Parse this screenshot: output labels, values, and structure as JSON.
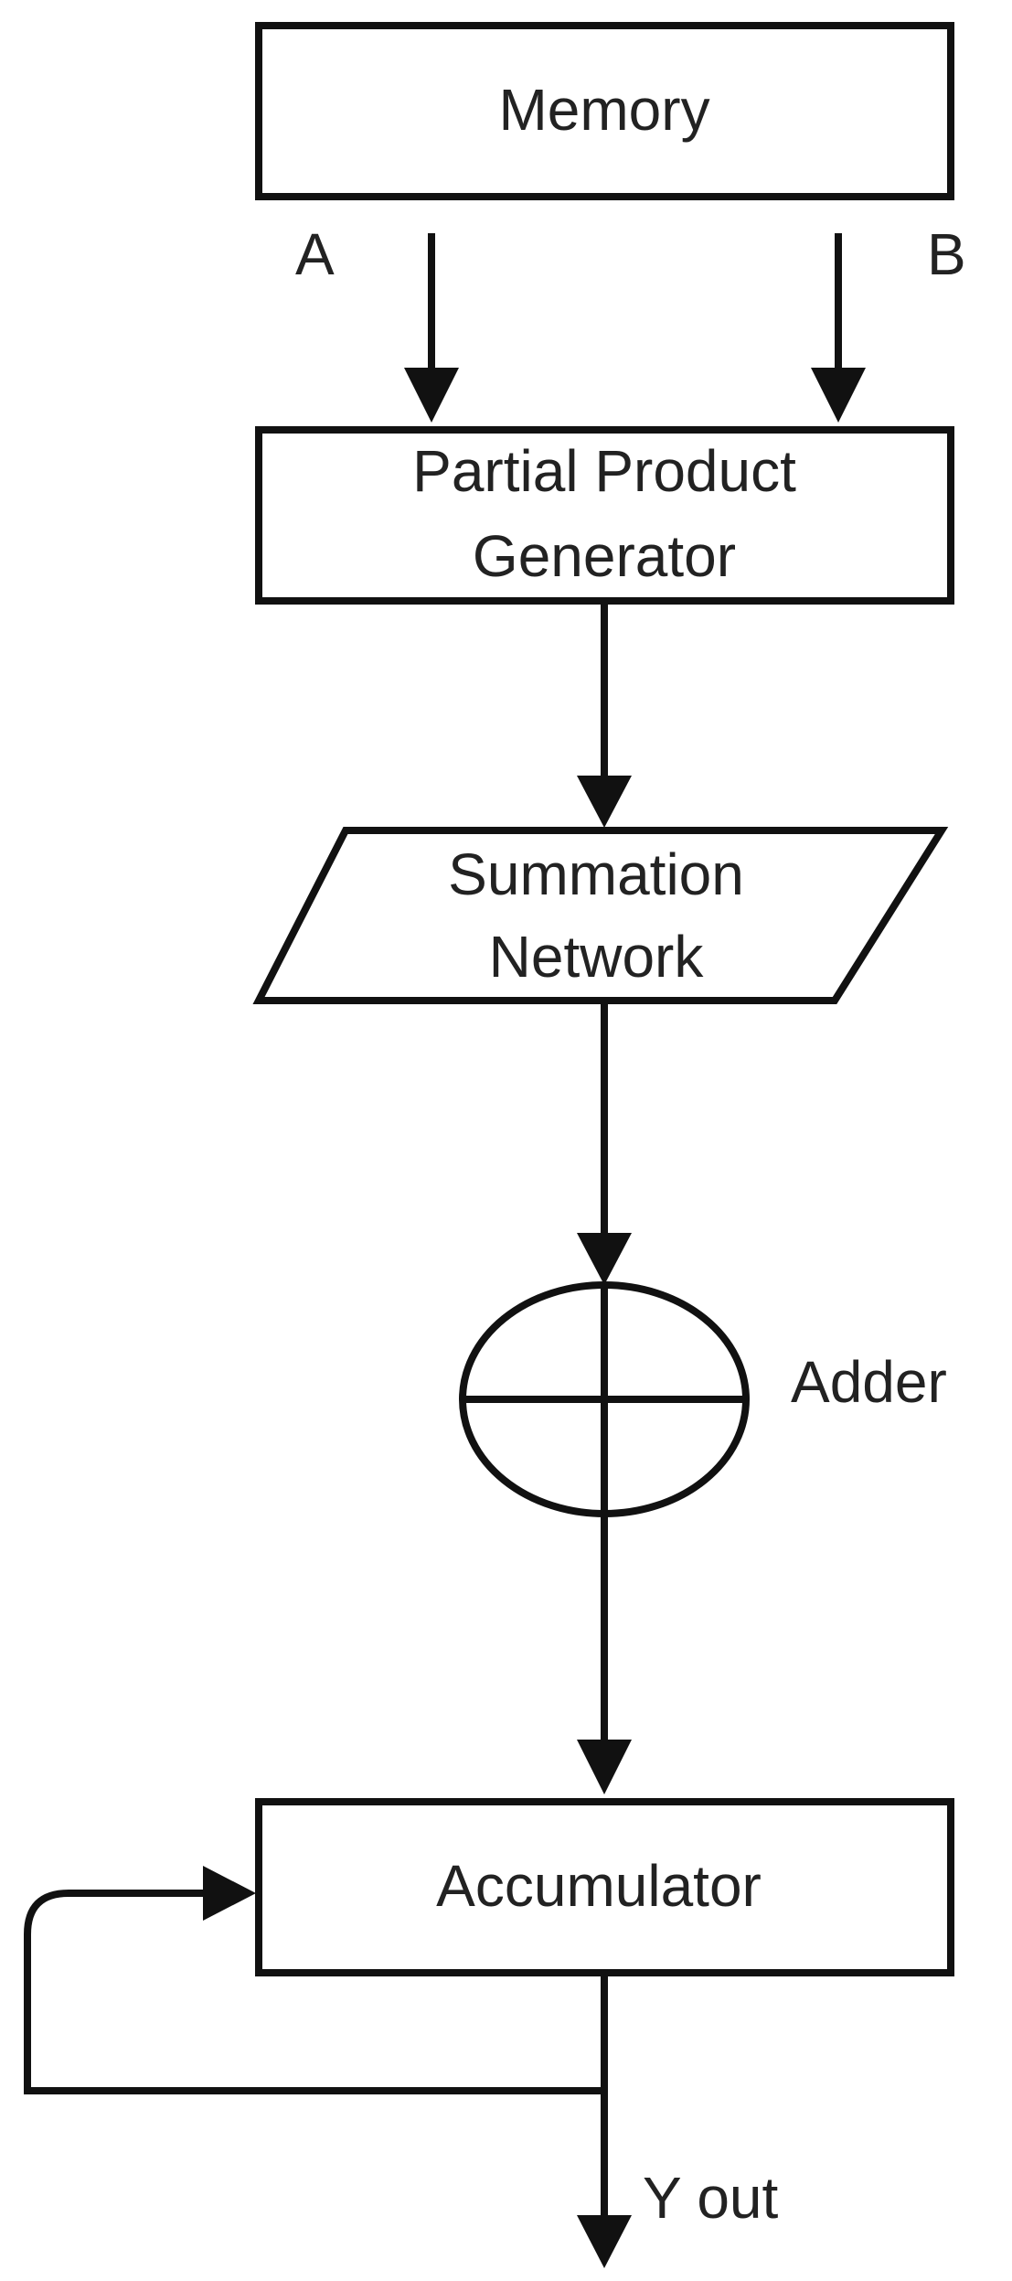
{
  "diagram": {
    "nodes": {
      "memory": "Memory",
      "partial_product_generator": [
        "Partial Product",
        "Generator"
      ],
      "summation_network": [
        "Summation",
        "Network"
      ],
      "adder": "Adder",
      "accumulator": "Accumulator"
    },
    "edge_labels": {
      "input_a": "A",
      "input_b": "B",
      "output": "Y out"
    },
    "colors": {
      "stroke": "#111111",
      "text": "#222222",
      "background": "#ffffff"
    }
  }
}
